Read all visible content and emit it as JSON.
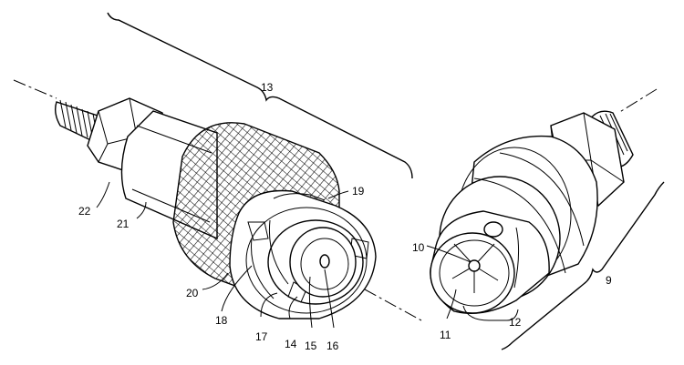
{
  "diagram": {
    "labels": [
      "13",
      "19",
      "22",
      "21",
      "20",
      "18",
      "17",
      "14",
      "15",
      "16",
      "10",
      "11",
      "12",
      "9"
    ]
  }
}
